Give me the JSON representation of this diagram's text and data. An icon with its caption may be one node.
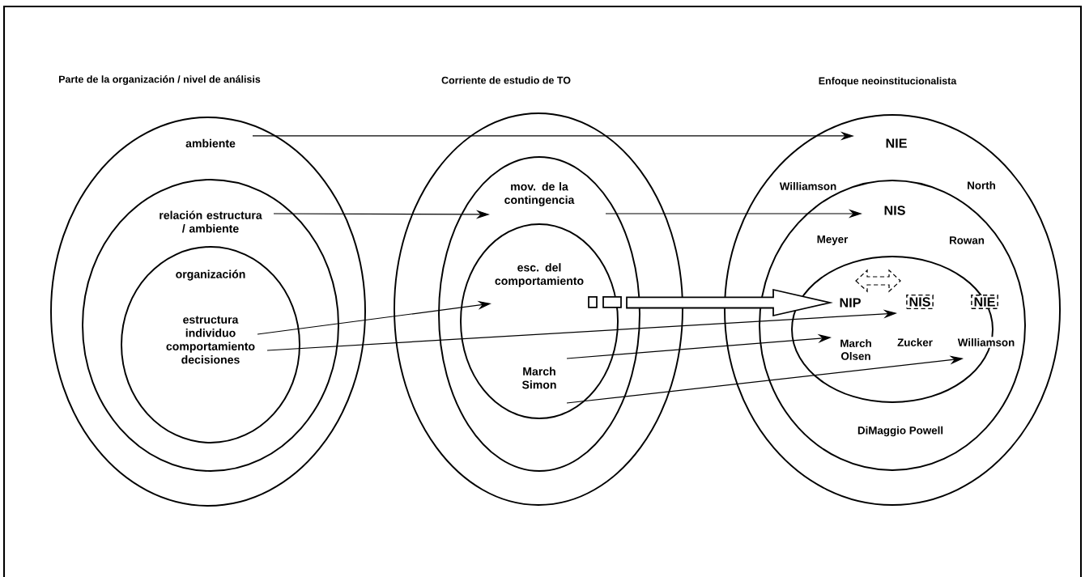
{
  "diagram": {
    "nodes": [
      {
        "text": [
          "ambiente"
        ]
      },
      {
        "text": [
          "relación estructura / ambiente"
        ],
        "in": 0
      },
      {
        "text": [
          "organización"
        ],
        "in": 1
      },
      {
        "text": [
          "estructura individuo comportamiento decisiones"
        ],
        "in": 2
      },
      {
        "text": [],
        "shape": "ellipse"
      },
      {
        "text": [
          "mov. de la contingencia"
        ],
        "in": 4
      },
      {
        "text": [
          "esc. del comportamiento"
        ],
        "in": 5
      },
      {
        "text": [
          "March Simon"
        ],
        "in": 6
      },
      {
        "text": [
          "NIE",
          "Williamson",
          "North"
        ]
      },
      {
        "text": [
          "NIS",
          "Meyer",
          "Rowan",
          "DiMaggio Powell"
        ],
        "in": 8
      },
      {
        "text": [
          "Zucker"
        ],
        "in": 9
      },
      {
        "text": [
          "NIP"
        ],
        "in": 10
      },
      {
        "text": [
          "NIS"
        ],
        "in": 10
      },
      {
        "text": [
          "NIE"
        ],
        "in": 9
      },
      {
        "text": [
          "March Olsen"
        ],
        "in": 10
      },
      {
        "text": [
          "Williamson"
        ],
        "in": 9
      }
    ],
    "edges": [
      {
        "from": 0,
        "to": 8,
        "arrow": "to"
      },
      {
        "from": 1,
        "to": 5,
        "arrow": "to"
      },
      {
        "from": 5,
        "to": 9,
        "arrow": "to"
      },
      {
        "from": 3,
        "to": 6,
        "arrow": "to"
      },
      {
        "from": 3,
        "to": 12,
        "arrow": "to"
      },
      {
        "from": 7,
        "to": 14,
        "arrow": "to"
      },
      {
        "from": 7,
        "to": 15,
        "arrow": "to"
      },
      {
        "from": 6,
        "to": 11,
        "arrow": "to",
        "style": "thick"
      },
      {
        "from": 11,
        "to": 12,
        "arrow": "both",
        "style": "dashed"
      }
    ],
    "labels": [
      "Parte de la organización / nivel de análisis",
      "Corriente de estudio de TO",
      "Enfoque neoinstitucionalista"
    ]
  }
}
